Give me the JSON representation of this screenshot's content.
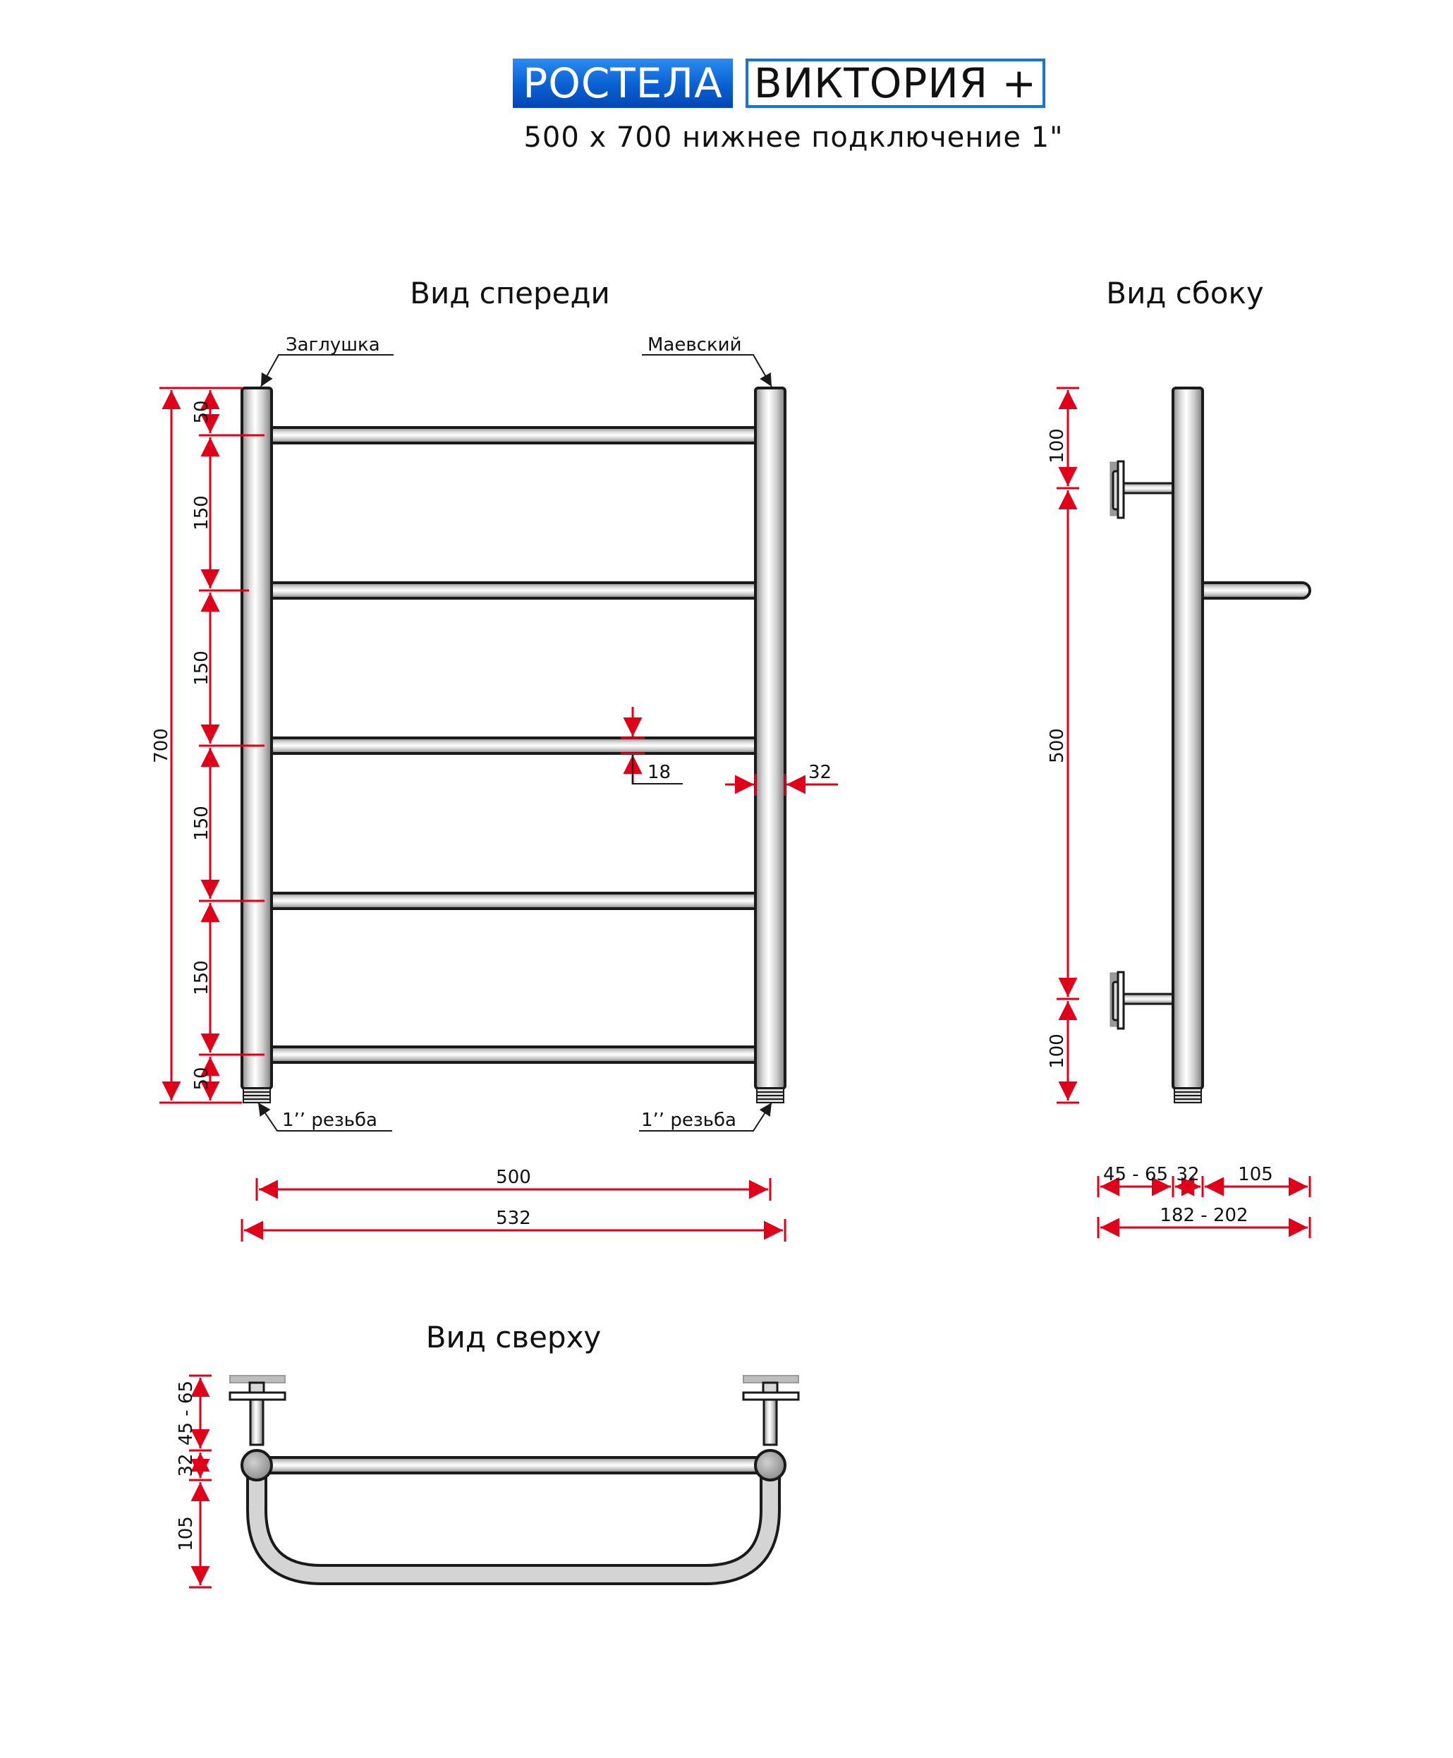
{
  "header": {
    "brand": "РОСТЕЛА",
    "model": "ВИКТОРИЯ +",
    "subtitle": "500 х 700 нижнее подключение 1\""
  },
  "views": {
    "front": {
      "title": "Вид спереди",
      "left_label": "Заглушка",
      "right_label": "Маевский",
      "thread_left": "1’’ резьба",
      "thread_right": "1’’ резьба",
      "dim_total_height": "700",
      "dim_segments": [
        "50",
        "150",
        "150",
        "150",
        "150",
        "50"
      ],
      "dim_bar": "18",
      "dim_pipe": "32",
      "dim_axis_width": "500",
      "dim_total_width": "532"
    },
    "side": {
      "title": "Вид сбоку",
      "dim_top": "100",
      "dim_middle": "500",
      "dim_bottom": "100",
      "dim_wall": "45 - 65",
      "dim_pipe": "32",
      "dim_depth": "105",
      "dim_total": "182 - 202"
    },
    "top": {
      "title": "Вид сверху",
      "dim_wall": "45 - 65",
      "dim_pipe": "32",
      "dim_depth": "105"
    }
  },
  "colors": {
    "dimension": "#e0001a",
    "brand_blue": "#0c63d6",
    "outline": "#1a1a1a"
  }
}
